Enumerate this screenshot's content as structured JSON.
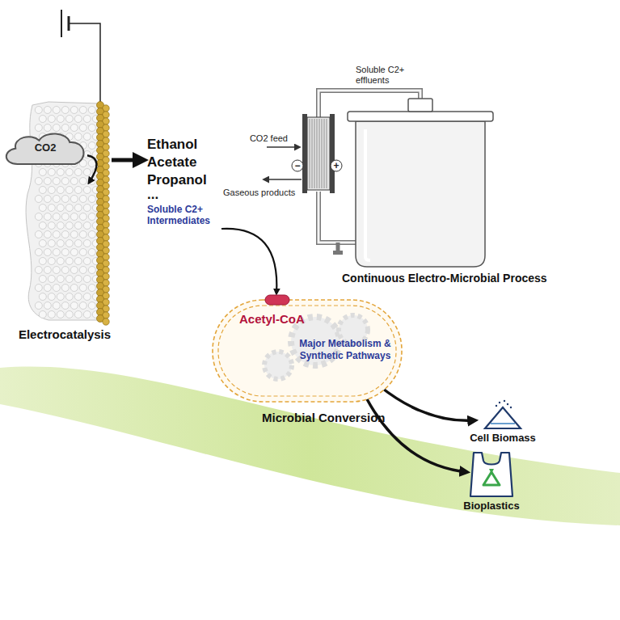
{
  "diagram": {
    "nodes": [
      {
        "text": [
          "Electrocatalysis"
        ]
      },
      {
        "text": [
          "CO2"
        ]
      },
      {
        "text": [
          "Ethanol",
          "Acetate",
          "Propanol",
          "...",
          "Soluble C2+ Intermediates"
        ]
      },
      {
        "text": [
          "Continuous Electro-Microbial Process"
        ]
      },
      {
        "text": [
          "Microbial Conversion"
        ]
      },
      {
        "text": [
          "Acetyl-CoA"
        ],
        "in": 4
      },
      {
        "text": [
          "Major Metabolism & Synthetic Pathways"
        ],
        "in": 4
      },
      {
        "text": [
          "Cell Biomass"
        ]
      },
      {
        "text": [
          "Bioplastics"
        ]
      }
    ],
    "edges": [
      {
        "from": 1,
        "to": 0,
        "arrow": "to"
      },
      {
        "from": 0,
        "to": 2,
        "arrow": "to"
      },
      {
        "from": 2,
        "to": 4,
        "arrow": "to"
      },
      {
        "from": 5,
        "to": 6,
        "arrow": "to"
      },
      {
        "from": 4,
        "to": 7,
        "arrow": "to"
      },
      {
        "from": 4,
        "to": 8,
        "arrow": "to"
      }
    ],
    "labels": [
      "Soluble C2+ effluents",
      "CO2 feed",
      "Gaseous products",
      "−",
      "+"
    ]
  }
}
